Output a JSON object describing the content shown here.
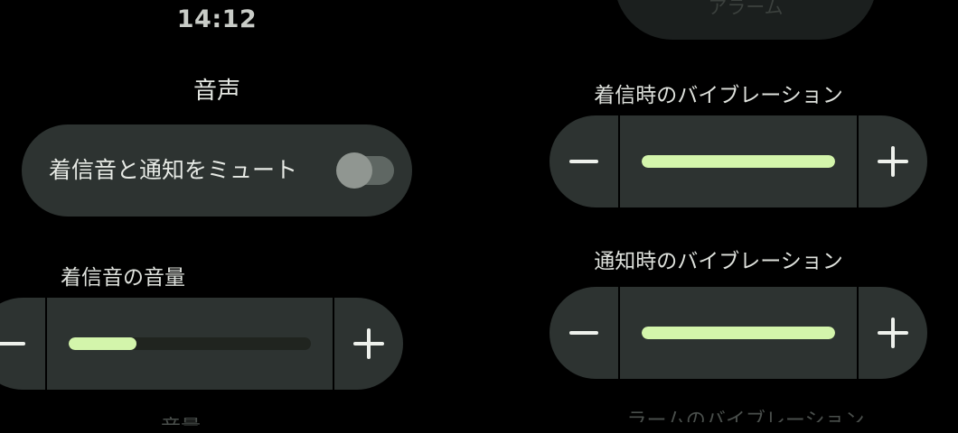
{
  "device": {
    "platform_style": "wear-os-round",
    "background_color": "#000000",
    "card_color": "#2d3331",
    "accent_color": "#d3f5ab",
    "track_color": "#20241f",
    "text_color": "#e8eae6"
  },
  "status": {
    "time": "14:12"
  },
  "left_column": {
    "page_title": "音声",
    "mute_card": {
      "label": "着信音と通知をミュート",
      "toggle_state": "off",
      "toggle_icon": "switch-toggle-icon"
    },
    "ringtone_volume": {
      "label": "着信音の音量",
      "value_percent": 28,
      "minus_icon": "minus-icon",
      "plus_icon": "plus-icon"
    },
    "clipped_bottom_label": "音量"
  },
  "right_column": {
    "offscreen_top_card": {
      "ghost_label": "アラーム"
    },
    "call_vibration": {
      "label": "着信時のバイブレーション",
      "value_percent": 100,
      "minus_icon": "minus-icon",
      "plus_icon": "plus-icon"
    },
    "notification_vibration": {
      "label": "通知時のバイブレーション",
      "value_percent": 100,
      "minus_icon": "minus-icon",
      "plus_icon": "plus-icon"
    },
    "clipped_bottom_label": "ラームのバイブレーション"
  }
}
